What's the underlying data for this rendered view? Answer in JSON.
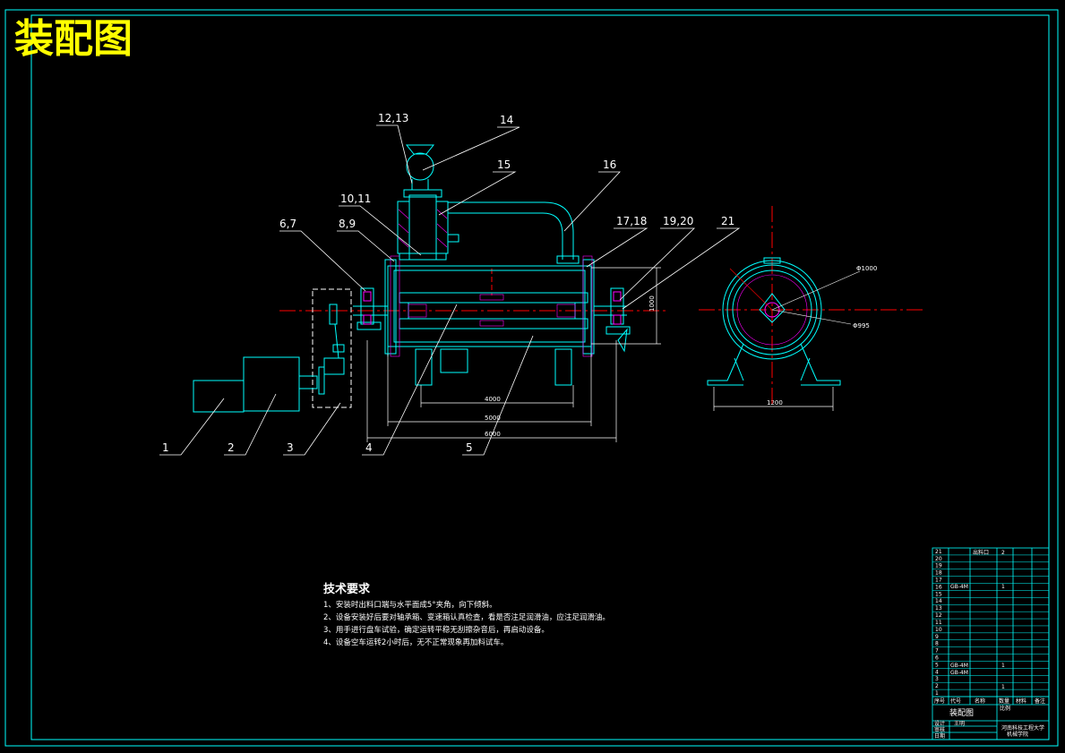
{
  "drawing_title": "装配图",
  "callouts": {
    "c1": "1",
    "c2": "2",
    "c3": "3",
    "c4": "4",
    "c5": "5",
    "c67": "6,7",
    "c89": "8,9",
    "c1011": "10,11",
    "c1213": "12,13",
    "c14": "14",
    "c15": "15",
    "c16": "16",
    "c1718": "17,18",
    "c1920": "19,20",
    "c21": "21"
  },
  "dimensions": {
    "d4000": "4000",
    "d5000": "5000",
    "d6000": "6000",
    "d1000": "1000",
    "d1200": "1200",
    "dphi1000": "Φ1000",
    "dphi995": "Φ995"
  },
  "requirements": {
    "title": "技术要求",
    "items": [
      "1、安装时出料口端与水平面成5°夹角，向下倾斜。",
      "2、设备安装好后要对轴承箱、变速箱认真检查，看是否注足润滑油，应注足润滑油。",
      "3、用手进行盘车试验，确定运转平稳无刮擦杂音后，再启动设备。",
      "4、设备空车运转2小时后，无不正常现象再加料试车。"
    ]
  },
  "title_block": {
    "rows": [
      "21",
      "20",
      "19",
      "18",
      "17",
      "16",
      "15",
      "14",
      "13",
      "12",
      "11",
      "10",
      "9",
      "8",
      "7",
      "6",
      "5",
      "4",
      "3",
      "2",
      "1"
    ],
    "row21_name": "出料口",
    "row21_qty": "2",
    "row16_qty": "1",
    "row5_qty": "1",
    "row2_qty": "1",
    "row16_code": "GB-4M",
    "row5_code": "GB-4M",
    "row4_code": "GB-4M",
    "header": [
      "序号",
      "代号",
      "名称",
      "数量",
      "材料",
      "备注"
    ],
    "scale_label": "比例",
    "drawing_name": "装配图",
    "design_label": "设计",
    "designer": "王明",
    "check_label": "审核",
    "approve_label": "日期",
    "school": "河南科技工程大学",
    "school_sub": "机械学院"
  },
  "colors": {
    "frame": "#00ffff",
    "outline": "#00ffff",
    "center": "#ff0000",
    "hatch": "#ff00ff",
    "text": "#ffffff",
    "title": "#ffff00"
  }
}
